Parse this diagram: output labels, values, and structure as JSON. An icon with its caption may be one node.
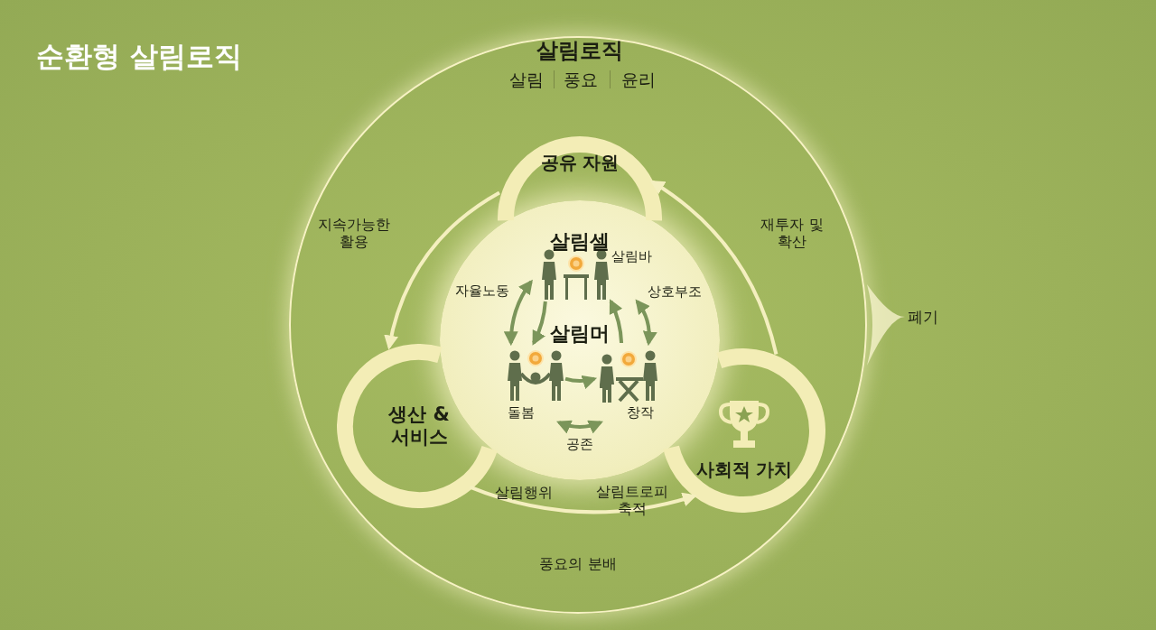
{
  "diagram": {
    "title": "순환형 살림로직",
    "nodes": [
      {
        "text": [
          "살림로직",
          "살림",
          "풍요",
          "윤리"
        ]
      },
      {
        "text": [
          "공유 자원"
        ],
        "in": 0
      },
      {
        "text": [
          "생산 & 서비스"
        ],
        "in": 0
      },
      {
        "text": [
          "사회적 가치"
        ],
        "in": 0
      },
      {
        "text": [
          "살림셀",
          "살림머"
        ],
        "in": 0
      },
      {
        "text": [
          "살림바"
        ],
        "in": 4
      },
      {
        "text": [
          "돌봄"
        ],
        "in": 4
      },
      {
        "text": [
          "창작"
        ],
        "in": 4
      },
      {
        "text": [
          "폐기"
        ]
      }
    ],
    "edges": [
      {
        "from": 1,
        "to": 2,
        "arrow": "to",
        "label": "지속가능한 활용",
        "color": "#f4efbf"
      },
      {
        "from": 2,
        "to": 3,
        "arrow": "to",
        "label": "풍요의 분배",
        "color": "#f4efbf"
      },
      {
        "from": 3,
        "to": 1,
        "arrow": "to",
        "label": "재투자 및 확산",
        "color": "#f4efbf"
      },
      {
        "from": 5,
        "to": 6,
        "arrow": "both",
        "label": "자율노동"
      },
      {
        "from": 5,
        "to": 6,
        "arrow": "to"
      },
      {
        "from": 5,
        "to": 7,
        "arrow": "both",
        "label": "상호부조"
      },
      {
        "from": 7,
        "to": 5,
        "arrow": "to"
      },
      {
        "from": 6,
        "to": 7,
        "arrow": "both",
        "label": "공존"
      },
      {
        "from": 6,
        "to": 7,
        "arrow": "to"
      },
      {
        "from": 0,
        "to": 8,
        "arrow": "none",
        "color": "#f6f2cc"
      }
    ],
    "labels": [
      "살림행위",
      "살림트로피 축적"
    ]
  }
}
